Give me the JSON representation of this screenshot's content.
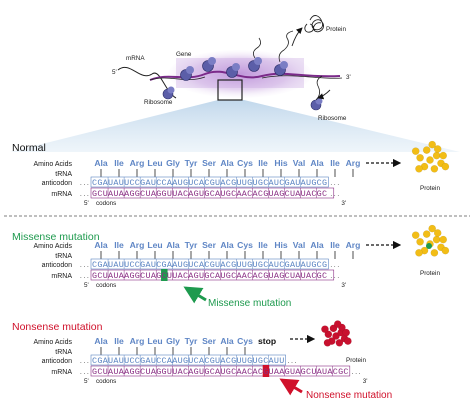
{
  "colors": {
    "amino": "#5f86c5",
    "trna": "#5a84c2",
    "mrna": "#8a2f84",
    "missense": "#1e9a4e",
    "nonsense": "#d0112b",
    "protein_yellow": "#f2bd16",
    "protein_red": "#c8102e",
    "ribosome": "#5b5ea8"
  },
  "top": {
    "mrna_label": "mRNA",
    "gene_label": "Gene",
    "ribosome_label": "Ribosome",
    "ribosome_label_right": "Ribosome",
    "protein_label": "Protein",
    "five_prime": "5'",
    "three_prime": "3'"
  },
  "rows": {
    "amino_acids": "Amino Acids",
    "trna": "tRNA",
    "anticodon": "anticodon",
    "mrna": "mRNA",
    "codons": "codons",
    "five_prime": "5'",
    "three_prime": "3'",
    "dots": ". . ."
  },
  "normal": {
    "title": "Normal",
    "amino_acids": [
      "Ala",
      "Ile",
      "Arg",
      "Leu",
      "Gly",
      "Tyr",
      "Ser",
      "Ala",
      "Cys",
      "Ile",
      "His",
      "Val",
      "Ala",
      "Ile",
      "Arg"
    ],
    "anticodon_seq": "CGAUAUUCCGAUCCAAUGUCACGUACGUUGUGCAUCGAUAUGCG",
    "mrna_seq": "GCUAUAAGGCUAGGUUACAGUGCAUGCAACACGUAGCUAUACGC",
    "protein_label": "Protein"
  },
  "missense": {
    "title": "Missense mutation",
    "amino_acids": [
      "Ala",
      "Ile",
      "Arg",
      "Leu",
      "Ala",
      "Tyr",
      "Ser",
      "Ala",
      "Cys",
      "Ile",
      "His",
      "Val",
      "Ala",
      "Ile",
      "Arg"
    ],
    "highlight_index": 4,
    "anticodon_seq": "CGAUAUUCCGAUCGAAUGUCACGUACGUUGUGCAUCGAUAUGCG",
    "mrna_seq": "GCUAUAAGGCUAGCUUACAGUGCAUGCAACACGUAGCUAUACGC",
    "callout": "Missense mutation",
    "protein_label": "Protein"
  },
  "nonsense": {
    "title": "Nonsense mutation",
    "amino_acids": [
      "Ala",
      "Ile",
      "Arg",
      "Leu",
      "Gly",
      "Tyr",
      "Ser",
      "Ala",
      "Cys"
    ],
    "stop_label": "stop",
    "anticodon_seq": "CGAUAUUCCGAUCCAAUGUCACGUACGUUGUGCAUU",
    "mrna_seq": "GCUAUAAGGCUAGGUUACAGUGCAUGCAACACGUAAGUAGCUAUACGC",
    "callout": "Nonsense mutation",
    "protein_label": "Protein"
  }
}
